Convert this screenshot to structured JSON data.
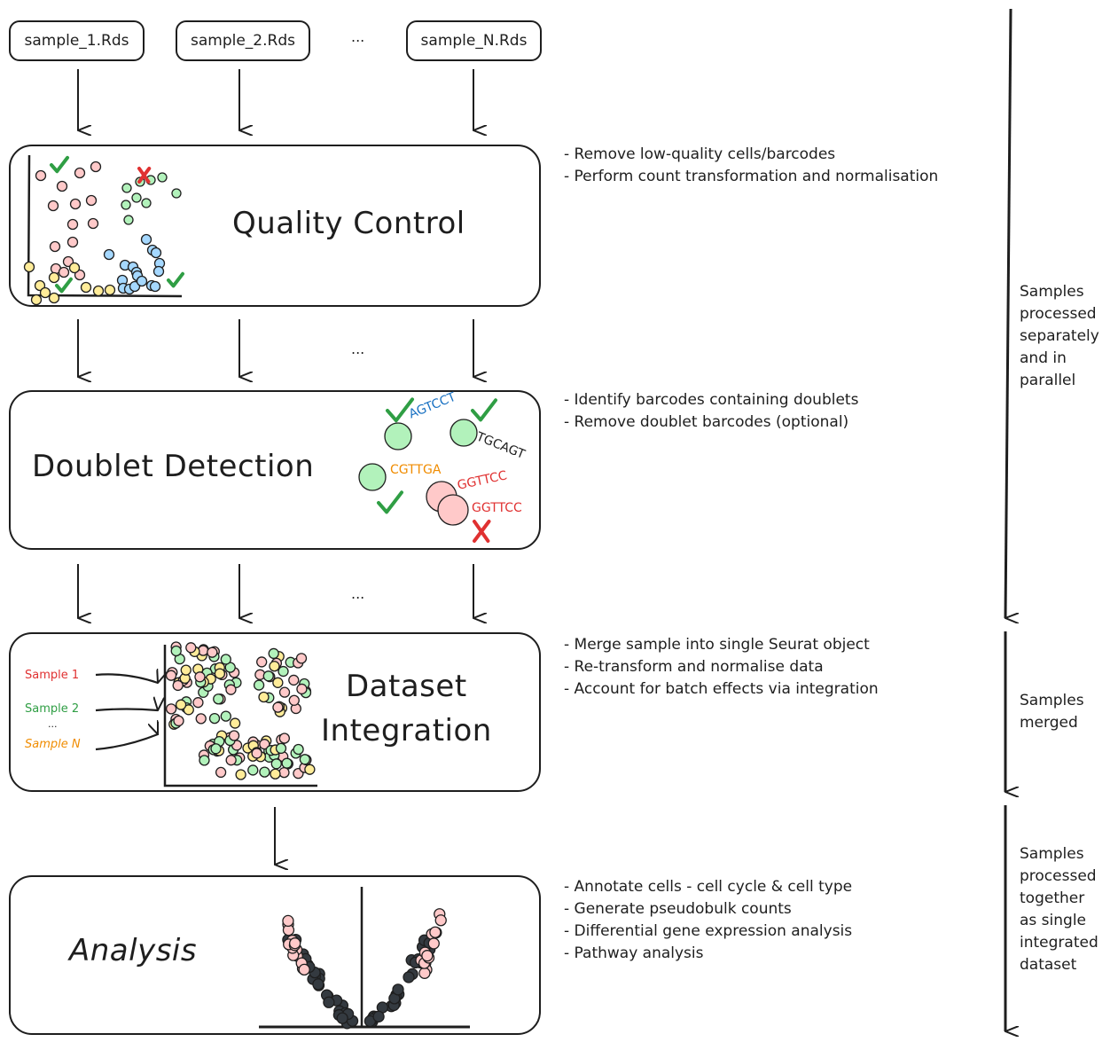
{
  "inputs": {
    "files": [
      "sample_1.Rds",
      "sample_2.Rds",
      "sample_N.Rds"
    ],
    "ellipsis": "..."
  },
  "stages": {
    "quality_control": {
      "title": "Quality Control",
      "notes": [
        "- Remove low-quality cells/barcodes",
        "- Perform count transformation and normalisation"
      ]
    },
    "doublet_detection": {
      "title": "Doublet Detection",
      "notes": [
        "- Identify barcodes containing doublets",
        "- Remove doublet barcodes (optional)"
      ],
      "barcodes": [
        {
          "seq": "AGTCCT",
          "color": "#1971c2",
          "status": "pass"
        },
        {
          "seq": "TGCAGT",
          "color": "#1e1e1e",
          "status": "pass"
        },
        {
          "seq": "CGTTGA",
          "color": "#f08c00",
          "status": "pass"
        },
        {
          "seq": "GGTTCC",
          "color": "#e03131",
          "status": "fail"
        },
        {
          "seq": "GGTTCC",
          "color": "#e03131",
          "status": "fail"
        }
      ]
    },
    "dataset_integration": {
      "title_line1": "Dataset",
      "title_line2": "Integration",
      "notes": [
        "- Merge sample into single Seurat object",
        "- Re-transform and normalise data",
        "- Account for batch effects via integration"
      ],
      "samples": [
        {
          "label": "Sample 1",
          "color": "#e03131"
        },
        {
          "label": "Sample 2",
          "color": "#2f9e44"
        },
        {
          "label": "...",
          "color": "#1e1e1e"
        },
        {
          "label": "Sample N",
          "color": "#f08c00"
        }
      ]
    },
    "analysis": {
      "title": "Analysis",
      "notes": [
        "- Annotate cells - cell cycle & cell type",
        "- Generate pseudobulk counts",
        "- Differential gene expression analysis",
        "- Pathway analysis"
      ]
    }
  },
  "side_phases": [
    {
      "lines": [
        "Samples",
        "processed",
        "separately",
        "and in",
        "parallel"
      ]
    },
    {
      "lines": [
        "Samples",
        "merged"
      ]
    },
    {
      "lines": [
        "Samples",
        "processed",
        "together",
        "as single",
        "integrated",
        "dataset"
      ]
    }
  ],
  "colors": {
    "pink": "#ffc9c9",
    "green": "#b2f2bb",
    "blue": "#a5d8ff",
    "yellow": "#ffec99",
    "dark": "#343a40",
    "check": "#2f9e44",
    "cross": "#e03131",
    "stroke": "#1e1e1e"
  }
}
